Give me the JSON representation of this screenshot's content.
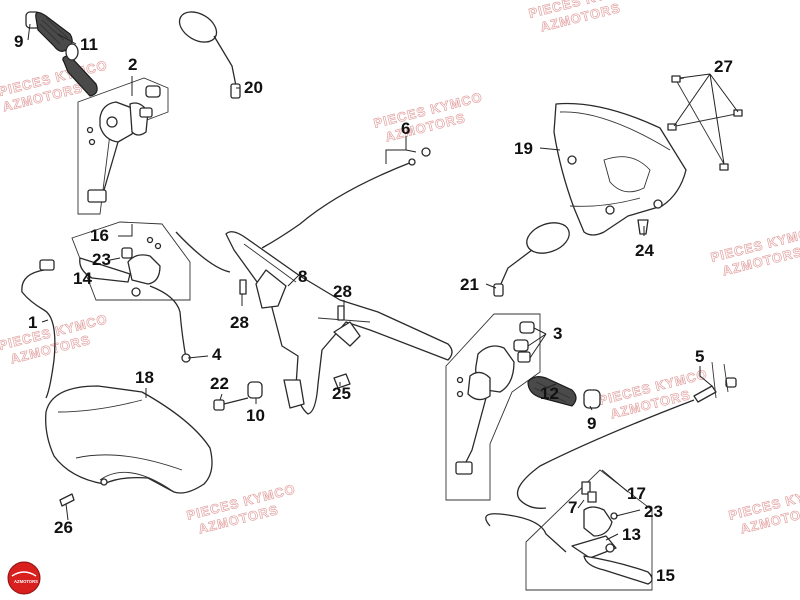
{
  "diagram": {
    "watermark_lines": [
      "PIECES KYMCO",
      "AZMOTORS"
    ],
    "logo_text": "AZMOTORS",
    "colors": {
      "line": "#2a2a2a",
      "watermark": "#e3a3a3",
      "logo_red": "#d8201f",
      "background": "#ffffff"
    },
    "callouts": [
      "1",
      "2",
      "3",
      "4",
      "5",
      "6",
      "7",
      "8",
      "9",
      "10",
      "11",
      "12",
      "13",
      "14",
      "15",
      "16",
      "17",
      "18",
      "19",
      "20",
      "21",
      "22",
      "23",
      "24",
      "25",
      "26",
      "27",
      "28"
    ],
    "labels": {
      "l9a": "9",
      "l11": "11",
      "l2": "2",
      "l20": "20",
      "l6": "6",
      "l27": "27",
      "l19": "19",
      "l24": "24",
      "l16": "16",
      "l23a": "23",
      "l14": "14",
      "l8": "8",
      "l21": "21",
      "l1": "1",
      "l28a": "28",
      "l28b": "28",
      "l3": "3",
      "l4": "4",
      "l5": "5",
      "l18": "18",
      "l22": "22",
      "l25": "25",
      "l12": "12",
      "l9b": "9",
      "l10": "10",
      "l7": "7",
      "l17": "17",
      "l23b": "23",
      "l13": "13",
      "l26": "26",
      "l15": "15"
    }
  }
}
